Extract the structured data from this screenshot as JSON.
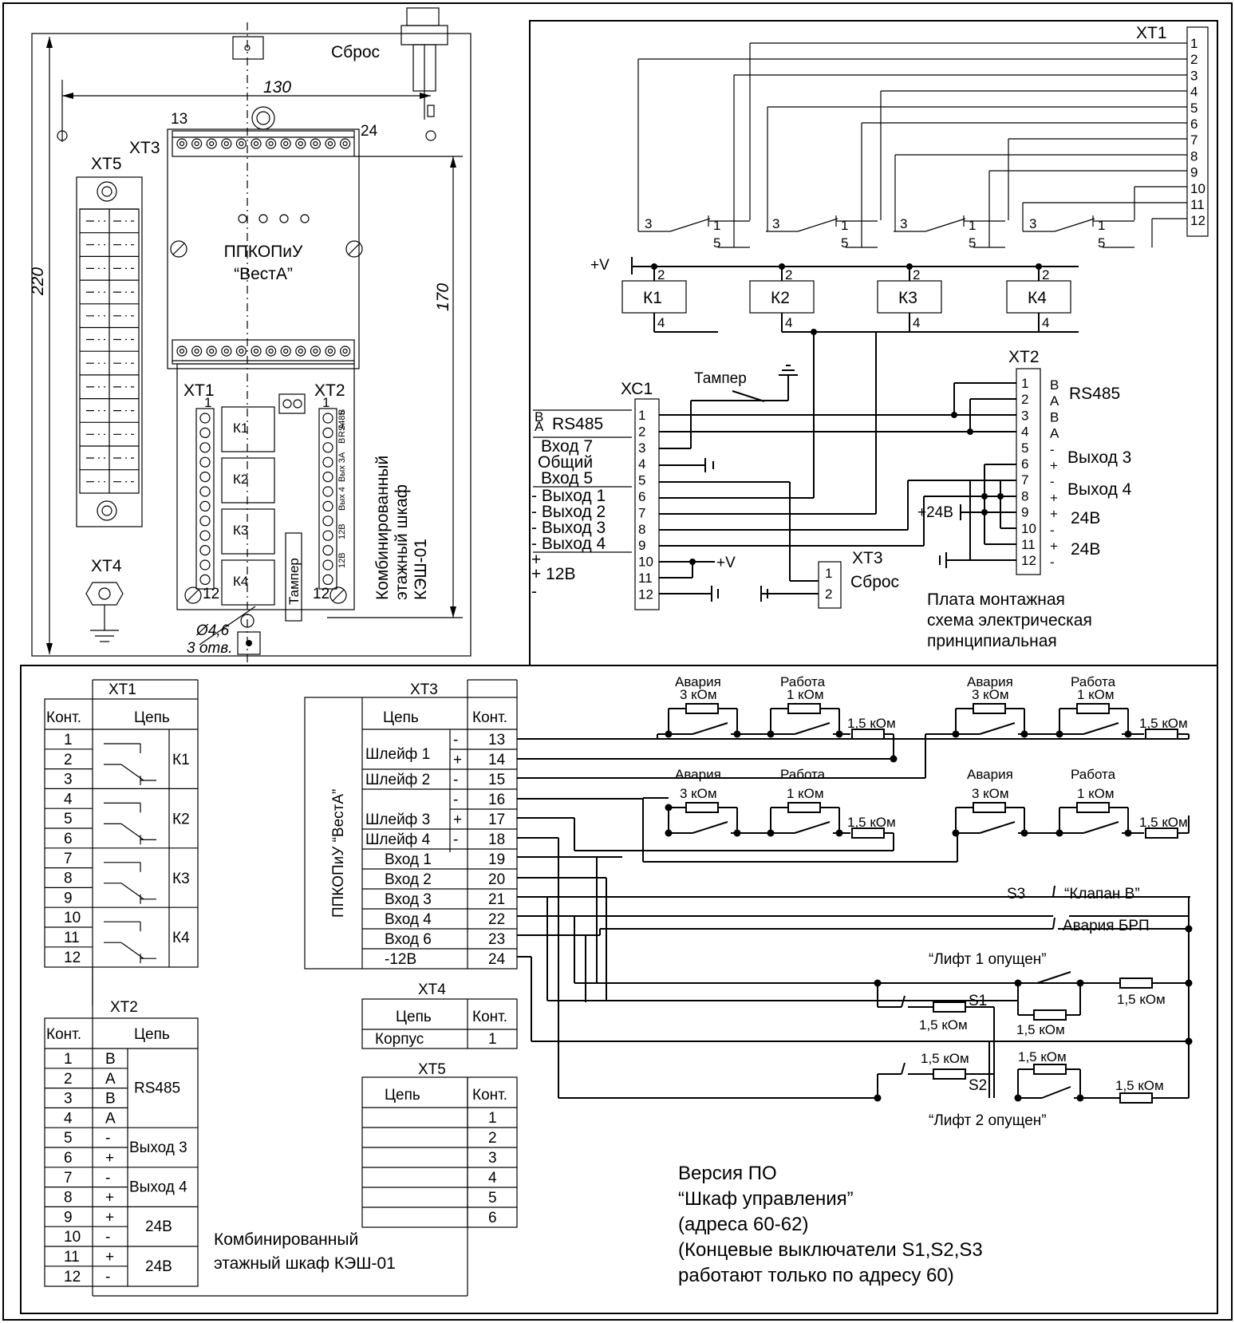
{
  "mech": {
    "reset_label": "Сброс",
    "dim_130": "130",
    "dim_220": "220",
    "dim_170": "170",
    "pin_13": "13",
    "pin_24": "24",
    "xt3": "ХТ3",
    "xt5": "ХТ5",
    "xt4": "ХТ4",
    "xt1": "ХТ1",
    "xt2": "ХТ2",
    "one_a": "1",
    "one_b": "1",
    "device_name": "ППКОПиУ",
    "device_model": "“ВестА”",
    "k1": "К1",
    "k2": "К2",
    "k3": "К3",
    "k4": "К4",
    "tamper": "Тампер",
    "twelve_a": "12",
    "twelve_b": "12",
    "hole_dia": "Ø4,6",
    "hole_count": "3 отв.",
    "vertical_title_1": "Комбинированный",
    "vertical_title_2": "этажный шкаф",
    "vertical_title_3": "КЭШ-01",
    "xt2_small_labels": [
      "В",
      "А",
      "В",
      "А",
      "RS485",
      "Вых 3",
      "Вых 4",
      "12В",
      "12В"
    ]
  },
  "schematic": {
    "xt1_title": "ХТ1",
    "xt1_pins": [
      "1",
      "2",
      "3",
      "4",
      "5",
      "6",
      "7",
      "8",
      "9",
      "10",
      "11",
      "12"
    ],
    "relay_pin_labels": [
      "3",
      "1",
      "5"
    ],
    "plus_v": "+V",
    "relays": [
      "К1",
      "К2",
      "К3",
      "К4"
    ],
    "relay_pin_2": "2",
    "relay_pin_4": "4",
    "xc1_title": "ХС1",
    "xc1_pins": [
      "1",
      "2",
      "3",
      "4",
      "5",
      "6",
      "7",
      "8",
      "9",
      "10",
      "11",
      "12"
    ],
    "xc1_left_labels": [
      "В",
      "А",
      "RS485",
      "Вход 7",
      "Общий",
      "Вход 5",
      "-  Выход 1",
      "-  Выход 2",
      "-  Выход 3",
      "-  Выход 4",
      "+",
      "+  12В",
      "-"
    ],
    "tamper": "Тампер",
    "plus_v_2": "+V",
    "xt3_title": "ХТ3",
    "xt3_pins": [
      "1",
      "2"
    ],
    "reset": "Сброс",
    "xt2_title": "ХТ2",
    "xt2_pins": [
      "1",
      "2",
      "3",
      "4",
      "5",
      "6",
      "7",
      "8",
      "9",
      "10",
      "11",
      "12"
    ],
    "xt2_side_marks": [
      "В",
      "А",
      "В",
      "А",
      "-",
      "+",
      "-",
      "+",
      "+",
      "-",
      "+",
      "-"
    ],
    "rs485": "RS485",
    "out3": "Выход 3",
    "out4": "Выход 4",
    "v24_a": "24В",
    "v24_b": "24В",
    "plus24": "+24В",
    "caption_1": "Плата монтажная",
    "caption_2": "схема электрическая",
    "caption_3": "принципиальная"
  },
  "xt1_table": {
    "title": "ХТ1",
    "col_cont": "Конт.",
    "col_circuit": "Цепь",
    "pins": [
      "1",
      "2",
      "3",
      "4",
      "5",
      "6",
      "7",
      "8",
      "9",
      "10",
      "11",
      "12"
    ],
    "relays": [
      "К1",
      "К2",
      "К3",
      "К4"
    ]
  },
  "xt2_table": {
    "title": "ХТ2",
    "col_cont": "Конт.",
    "col_circuit": "Цепь",
    "pins": [
      "1",
      "2",
      "3",
      "4",
      "5",
      "6",
      "7",
      "8",
      "9",
      "10",
      "11",
      "12"
    ],
    "marks": [
      "В",
      "А",
      "В",
      "А",
      "-",
      "+",
      "-",
      "+",
      "+",
      "-",
      "+",
      "-"
    ],
    "groups": [
      "RS485",
      "Выход 3",
      "Выход 4",
      "24В",
      "24В"
    ]
  },
  "xt3_table": {
    "title": "ХТ3",
    "device": "ППКОПиУ “ВестА”",
    "col_circuit": "Цепь",
    "col_cont": "Конт.",
    "rows": [
      {
        "circuit": "Шлейф 1",
        "sign": "-",
        "pin": "13"
      },
      {
        "circuit": "",
        "sign": "+",
        "pin": "14"
      },
      {
        "circuit": "Шлейф 2",
        "sign": "-",
        "pin": "15"
      },
      {
        "circuit": "",
        "sign": "-",
        "pin": "16"
      },
      {
        "circuit": "Шлейф 3",
        "sign": "+",
        "pin": "17"
      },
      {
        "circuit": "Шлейф 4",
        "sign": "-",
        "pin": "18"
      },
      {
        "circuit": "Вход 1",
        "sign": "",
        "pin": "19"
      },
      {
        "circuit": "Вход 2",
        "sign": "",
        "pin": "20"
      },
      {
        "circuit": "Вход 3",
        "sign": "",
        "pin": "21"
      },
      {
        "circuit": "Вход 4",
        "sign": "",
        "pin": "22"
      },
      {
        "circuit": "Вход 6",
        "sign": "",
        "pin": "23"
      },
      {
        "circuit": "-12В",
        "sign": "",
        "pin": "24"
      }
    ]
  },
  "xt4_table": {
    "title": "ХТ4",
    "col_circuit": "Цепь",
    "col_cont": "Конт.",
    "circuit": "Корпус",
    "pin": "1"
  },
  "xt5_table": {
    "title": "ХТ5",
    "col_circuit": "Цепь",
    "col_cont": "Конт.",
    "pins": [
      "1",
      "2",
      "3",
      "4",
      "5",
      "6"
    ]
  },
  "loops": {
    "alarm": "Авария",
    "work": "Работа",
    "r3k": "3 кОм",
    "r1k": "1 кОм",
    "r15k": "1,5 кОм",
    "s3": "S3",
    "valve": "“Клапан В”",
    "brp": "Авария БРП",
    "lift1": "“Лифт 1 опущен”",
    "lift2": "“Лифт 2 опущен”",
    "s1": "S1",
    "s2": "S2"
  },
  "footer": {
    "cab_1": "Комбинированный",
    "cab_2": "этажный шкаф КЭШ-01",
    "ver_1": "Версия ПО",
    "ver_2": "“Шкаф управления”",
    "ver_3": "(адреса 60-62)",
    "ver_4": "(Концевые выключатели  S1,S2,S3",
    "ver_5": "работают только по адресу 60)"
  }
}
